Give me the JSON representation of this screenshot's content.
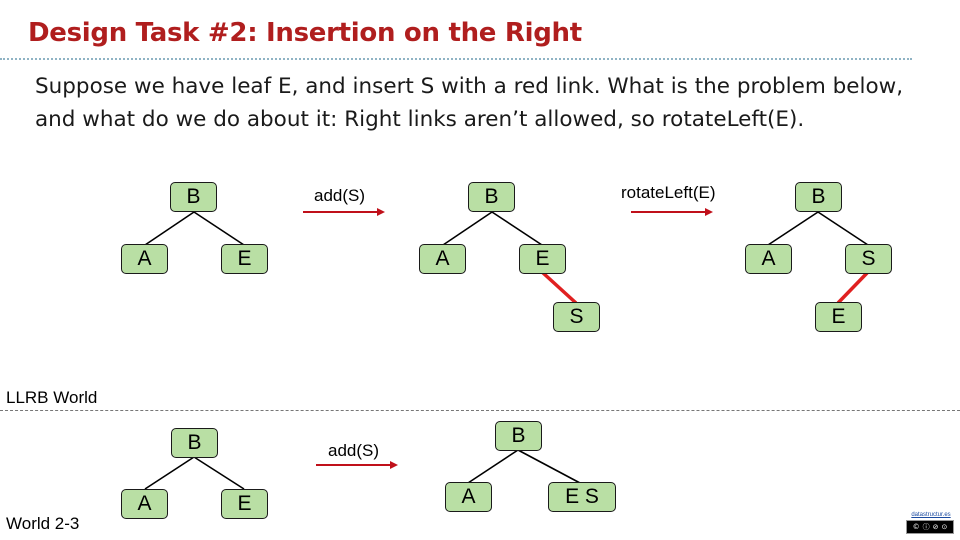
{
  "slide": {
    "title": "Design Task #2: Insertion on the Right",
    "body": "Suppose we have leaf E, and insert S with a red link. What is the problem below, and what do we do about it: Right links aren’t allowed, so rotateLeft(E).",
    "llrb_label": "LLRB World",
    "world23_label": "World 2-3",
    "credit": "datastructur.es"
  },
  "colors": {
    "title": "#b01e1e",
    "node_fill": "#b9dfa4",
    "red_link": "#e02020",
    "arrow": "#c0101a"
  },
  "llrb": {
    "tree1": {
      "root": "B",
      "left": "A",
      "right": "E"
    },
    "op1": "add(S)",
    "tree2": {
      "root": "B",
      "left": "A",
      "right": "E",
      "right_left_child_red": "S"
    },
    "op2": "rotateLeft(E)",
    "tree3": {
      "root": "B",
      "left": "A",
      "right": "S",
      "right_left_child_red": "E"
    }
  },
  "world23": {
    "tree1": {
      "root": "B",
      "left": "A",
      "right": "E"
    },
    "op": "add(S)",
    "tree2": {
      "root": "B",
      "left": "A",
      "right": "E S"
    }
  }
}
